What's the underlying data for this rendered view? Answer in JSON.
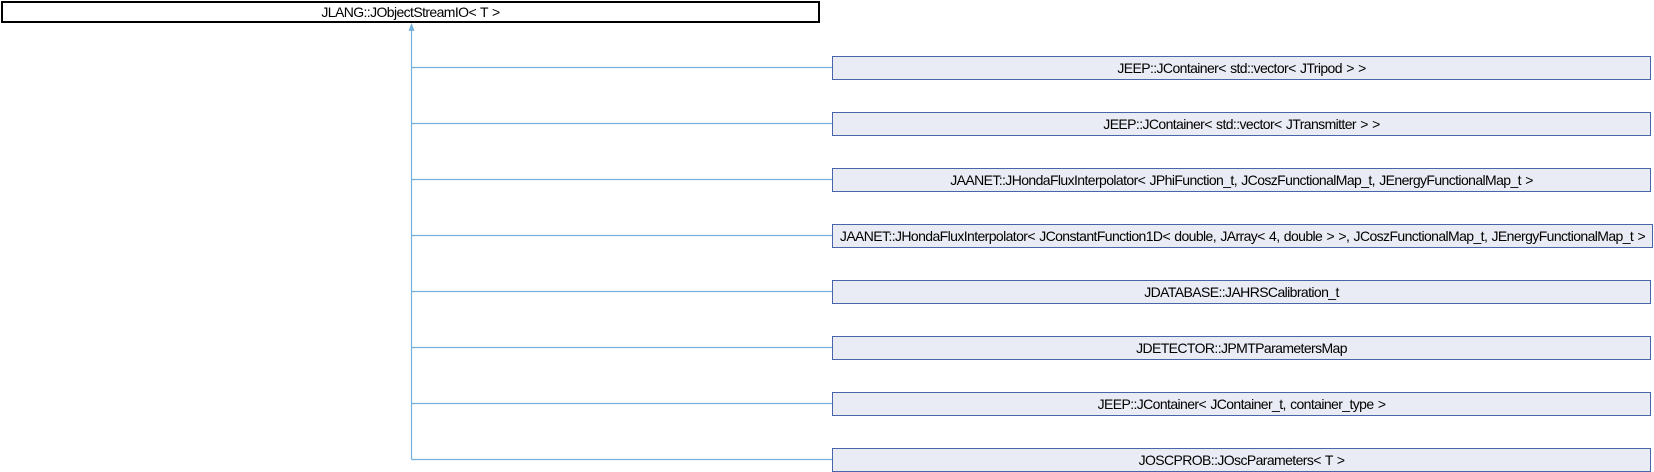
{
  "graph": {
    "kind": "class-inheritance-diagram",
    "parent": {
      "label": "JLANG::JObjectStreamIO< T >"
    },
    "children": [
      {
        "label": "JEEP::JContainer< std::vector< JTripod > >"
      },
      {
        "label": "JEEP::JContainer< std::vector< JTransmitter > >"
      },
      {
        "label": "JAANET::JHondaFluxInterpolator< JPhiFunction_t, JCoszFunctionalMap_t, JEnergyFunctionalMap_t >"
      },
      {
        "label": "JAANET::JHondaFluxInterpolator< JConstantFunction1D< double, JArray< 4, double > >, JCoszFunctionalMap_t, JEnergyFunctionalMap_t >"
      },
      {
        "label": "JDATABASE::JAHRSCalibration_t"
      },
      {
        "label": "JDETECTOR::JPMTParametersMap"
      },
      {
        "label": "JEEP::JContainer< JContainer_t, container_type >"
      },
      {
        "label": "JOSCPROB::JOscParameters< T >"
      }
    ],
    "colors": {
      "background": "#ffffff",
      "parent_fill": "#ffffff",
      "parent_border": "#000000",
      "child_fill": "#e9ecf4",
      "child_border": "#4a64aa",
      "edge": "#74b1dc",
      "text": "#000000"
    }
  }
}
